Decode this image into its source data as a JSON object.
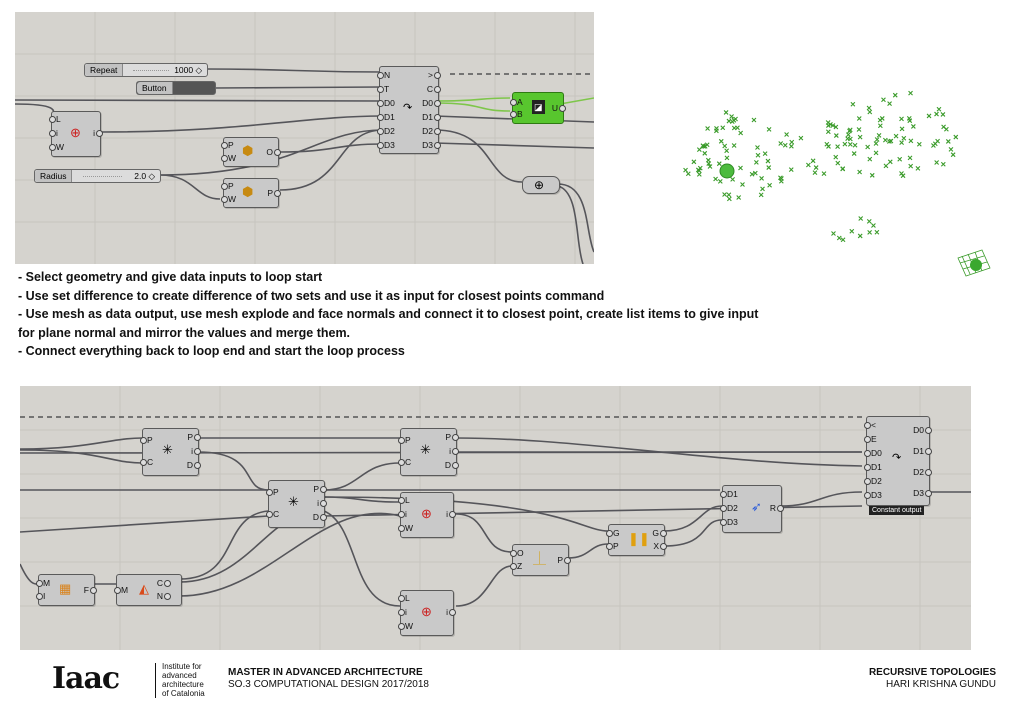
{
  "top_canvas": {
    "sliders": [
      {
        "label": "Repeat",
        "value": "1000 ◇"
      },
      {
        "label": "Radius",
        "value": "2.0 ◇"
      }
    ],
    "button": {
      "label": "Button"
    },
    "loop_start": {
      "inputs": [
        "N",
        "T",
        "D0",
        "D1",
        "D2",
        "D3"
      ],
      "outputs": [
        ">",
        "C",
        "D0",
        "D1",
        "D2",
        "D3"
      ]
    },
    "list_item": {
      "inputs": [
        "L",
        "i",
        "W"
      ],
      "outputs": [
        "i"
      ]
    },
    "pop_o": {
      "inputs": [
        "P",
        "W"
      ],
      "outputs": [
        "O"
      ]
    },
    "pop_p": {
      "inputs": [
        "P",
        "W"
      ],
      "outputs": [
        "P"
      ]
    },
    "union": {
      "inputs": [
        "A",
        "B"
      ],
      "outputs": [
        "U"
      ]
    }
  },
  "instructions": [
    "- Select geometry and give data inputs to loop start",
    "- Use set difference to create difference of two sets and use it as input for closest points command",
    "- Use mesh as data output, use mesh explode and face normals  and connect it to closest point, create list items to give input",
    "for plane normal and mirror the values and merge them.",
    "- Connect everything back to loop end and start the loop process"
  ],
  "bottom_canvas": {
    "closest_a": {
      "inputs": [
        "P",
        "C"
      ],
      "outputs": [
        "P",
        "i",
        "D"
      ]
    },
    "closest_b": {
      "inputs": [
        "P",
        "C"
      ],
      "outputs": [
        "P",
        "i",
        "D"
      ]
    },
    "closest_c": {
      "inputs": [
        "P",
        "C"
      ],
      "outputs": [
        "P",
        "i",
        "D"
      ]
    },
    "list_a": {
      "inputs": [
        "L",
        "i",
        "W"
      ],
      "outputs": [
        "i"
      ]
    },
    "list_b": {
      "inputs": [
        "L",
        "i",
        "W"
      ],
      "outputs": [
        "i"
      ]
    },
    "mesh_explode": {
      "inputs": [
        "M",
        "I"
      ],
      "outputs": [
        "F"
      ]
    },
    "face_normals": {
      "inputs": [
        "M"
      ],
      "outputs": [
        "C",
        "N"
      ]
    },
    "plane": {
      "inputs": [
        "O",
        "Z"
      ],
      "outputs": [
        "P"
      ]
    },
    "mirror": {
      "inputs": [
        "G",
        "P"
      ],
      "outputs": [
        "G",
        "X"
      ]
    },
    "merge": {
      "inputs": [
        "D1",
        "D2",
        "D3"
      ],
      "outputs": [
        "R"
      ]
    },
    "loop_end": {
      "inputs": [
        "<",
        "E",
        "D0",
        "D1",
        "D2",
        "D3"
      ],
      "outputs": [
        "D0",
        "D1",
        "D2",
        "D3"
      ],
      "label": "Constant output"
    }
  },
  "footer": {
    "logo": "Iaac",
    "institute": [
      "Institute for",
      "advanced",
      "architecture",
      "of Catalonia"
    ],
    "program_title": "MASTER IN ADVANCED ARCHITECTURE",
    "program_sub": "SO.3 COMPUTATIONAL DESIGN 2017/2018",
    "project_title": "RECURSIVE TOPOLOGIES",
    "author": "HARI KRISHNA GUNDU"
  },
  "colors": {
    "canvas": "#d5d3ce",
    "component": "#c9c9c9",
    "points": "#3a9b2a",
    "union": "#58c62e"
  }
}
